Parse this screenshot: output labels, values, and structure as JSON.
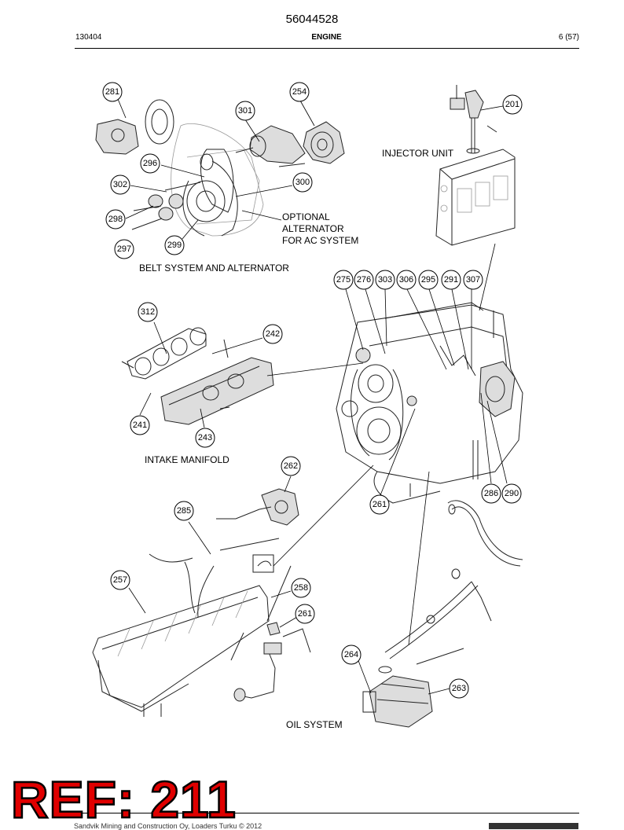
{
  "header": {
    "doc_number": "56044528",
    "left_code": "130404",
    "section": "ENGINE",
    "page": "6 (57)"
  },
  "captions": {
    "injector_unit": "INJECTOR UNIT",
    "optional_line1": "OPTIONAL",
    "optional_line2": "ALTERNATOR",
    "optional_line3": "FOR AC SYSTEM",
    "belt_system": "BELT SYSTEM AND ALTERNATOR",
    "intake_manifold": "INTAKE MANIFOLD",
    "oil_system": "OIL SYSTEM"
  },
  "callouts": [
    "281",
    "254",
    "301",
    "201",
    "296",
    "300",
    "302",
    "298",
    "299",
    "297",
    "275",
    "276",
    "303",
    "306",
    "295",
    "291",
    "307",
    "312",
    "242",
    "241",
    "243",
    "262",
    "285",
    "261",
    "286",
    "290",
    "257",
    "258",
    "261",
    "264",
    "263"
  ],
  "footer": {
    "watermark": "REF: 211",
    "copyright": "Sandvik Mining and Construction Oy, Loaders Turku © 2012"
  }
}
